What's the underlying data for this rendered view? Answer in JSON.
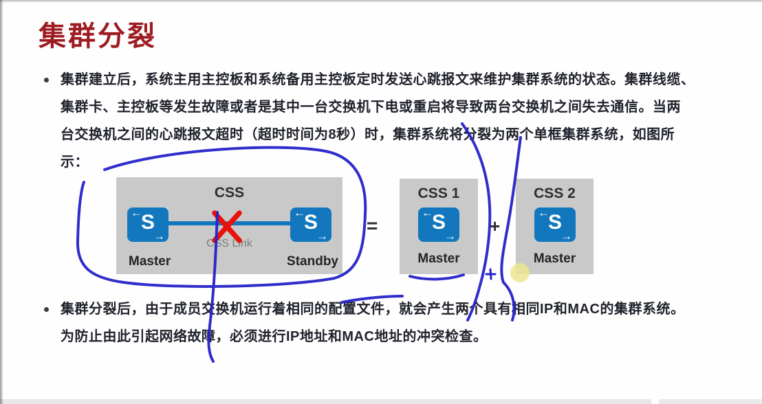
{
  "slide": {
    "title": "集群分裂",
    "title_color": "#9d1c22",
    "text_color": "#20222c"
  },
  "bullet1": {
    "lines": [
      "集群建立后，系统主用主控板和系统备用主控板定时发送心跳报文来维护集群系统的状态。集群线缆、",
      "集群卡、主控板等发生故障或者是其中一台交换机下电或重启将导致两台交换机之间失去通信。当两",
      "台交换机之间的心跳报文超时（超时时间为8秒）时，集群系统将分裂为两个单框集群系统，如图所",
      "示："
    ]
  },
  "bullet2": {
    "lines": [
      "集群分裂后，由于成员交换机运行着相同的配置文件，就会产生两个具有相同IP和MAC的集群系统。",
      "为防止由此引起网络故障，必须进行IP地址和MAC地址的冲突检查。"
    ]
  },
  "diagram": {
    "css_group": {
      "title": "CSS",
      "left_device": "Master",
      "right_device": "Standby",
      "link_label": "CSS Link"
    },
    "equals_sign": "=",
    "plus_sign": "+",
    "css1_group": {
      "title": "CSS 1",
      "device": "Master"
    },
    "css2_group": {
      "title": "CSS 2",
      "device": "Master"
    },
    "switch_letter": "S",
    "colors": {
      "group_bg": "#c9c9c9",
      "switch_blue": "#1377bd",
      "link_blue": "#1377bd",
      "broken_cross_red": "#e8120c"
    }
  },
  "icons": {
    "arrow_left": "←",
    "arrow_right": "→"
  },
  "annotations": {
    "pen_color": "#2522c9",
    "highlight_color": "#ece590"
  },
  "scrollbar": {
    "track_color": "#e7e7e7"
  }
}
